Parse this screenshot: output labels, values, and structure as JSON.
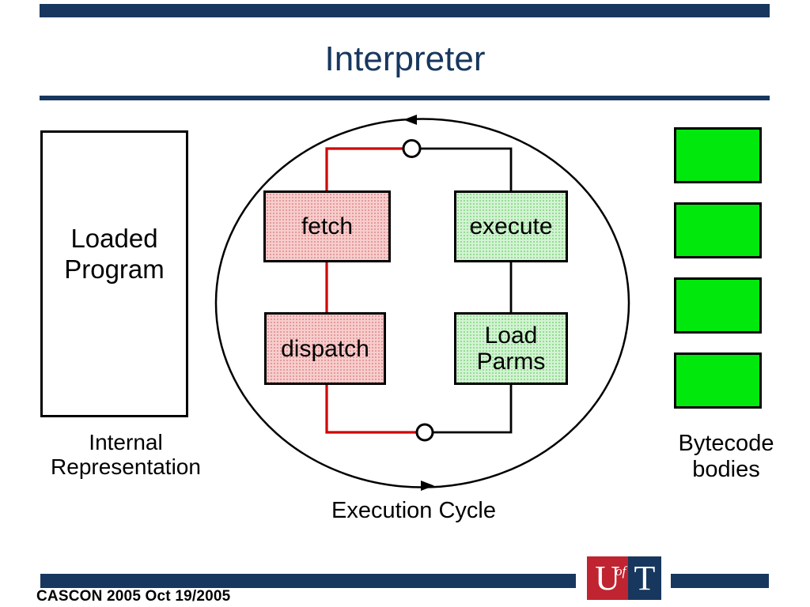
{
  "slide": {
    "title": "Interpreter",
    "footer_text": "CASCON 2005 Oct 19/2005"
  },
  "colors": {
    "navy": "#17375e",
    "cycle_red": "#d00000",
    "bytecode_green": "#00e80c",
    "pink_fill": "#f7cdcd",
    "mint_fill": "#d3f3d3",
    "logo_red": "#bf2430"
  },
  "loaded_program": {
    "label": "Loaded Program",
    "caption": "Internal Representation"
  },
  "cycle": {
    "fetch_label": "fetch",
    "execute_label": "execute",
    "dispatch_label": "dispatch",
    "load_parms_label": "Load Parms",
    "caption": "Execution Cycle"
  },
  "bytecode": {
    "bodies_count": 4,
    "caption": "Bytecode bodies"
  },
  "logo": {
    "u": "U",
    "of": "of",
    "t": "T"
  }
}
